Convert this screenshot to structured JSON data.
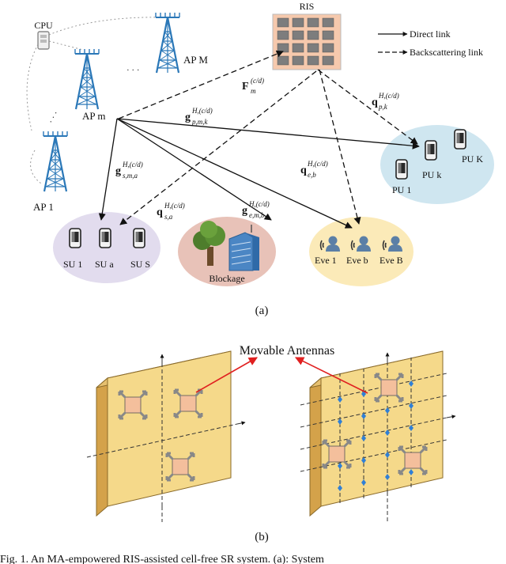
{
  "top": {
    "cpu": "CPU",
    "ris": "RIS",
    "legend": {
      "direct": "Direct link",
      "backscatter": "Backscattering link"
    },
    "ap_m": "AP m",
    "ap_M": "AP M",
    "ap_1": "AP 1",
    "ellipsis": "· · ·",
    "ch_F": "F",
    "ch_F_sup": "(c/d)",
    "ch_F_sub": "m",
    "ch_gp": "g",
    "ch_gp_sup": "H,(c/d)",
    "ch_gp_sub": "p,m,k",
    "ch_qp": "q",
    "ch_qp_sup": "H,(c/d)",
    "ch_qp_sub": "p,k",
    "ch_gs": "g",
    "ch_gs_sup": "H,(c/d)",
    "ch_gs_sub": "s,m,a",
    "ch_qs": "q",
    "ch_qs_sup": "H,(c/d)",
    "ch_qs_sub": "s,a",
    "ch_ge": "g",
    "ch_ge_sup": "H,(c/d)",
    "ch_ge_sub": "e,m,b",
    "ch_qe": "q",
    "ch_qe_sup": "H,(c/d)",
    "ch_qe_sub": "e,b",
    "pu_1": "PU 1",
    "pu_k": "PU k",
    "pu_K": "PU K",
    "su_1": "SU 1",
    "su_a": "SU a",
    "su_S": "SU S",
    "blockage": "Blockage",
    "eve_1": "Eve 1",
    "eve_b": "Eve b",
    "eve_B": "Eve B",
    "caption": "(a)"
  },
  "bottom": {
    "title": "Movable Antennas",
    "caption": "(b)"
  },
  "footer": "Fig. 1.   An MA-empowered RIS-assisted cell-free SR system. (a): System",
  "colors": {
    "pu_zone": "#cfe6f0",
    "su_zone": "#e2dcee",
    "blockage_zone": "#e8c2b8",
    "eve_zone": "#fbeab8",
    "panel": "#f5d98a",
    "antenna": "#f4bf9c",
    "arrow_red": "#e02020",
    "marker_blue": "#2f7fd6",
    "tower_blue": "#2b78b8"
  }
}
